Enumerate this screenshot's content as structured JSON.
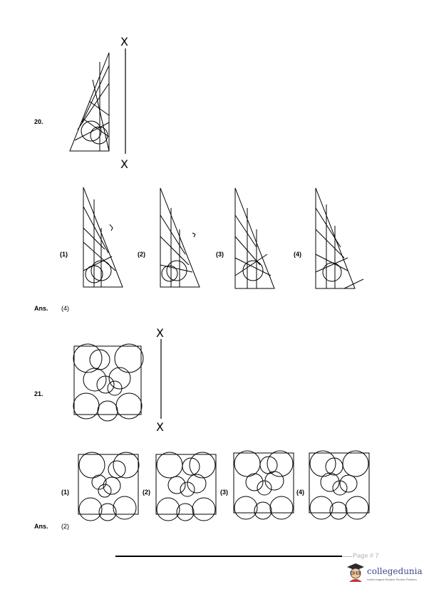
{
  "questions": [
    {
      "number": "20.",
      "mirror_top": "X",
      "mirror_bottom": "X",
      "options": [
        "(1)",
        "(2)",
        "(3)",
        "(4)"
      ],
      "answer_label": "Ans.",
      "answer_value": "(4)"
    },
    {
      "number": "21.",
      "mirror_top": "X",
      "mirror_bottom": "X",
      "options": [
        "(1)",
        "(2)",
        "(3)",
        "(4)"
      ],
      "answer_label": "Ans.",
      "answer_value": "(2)"
    }
  ],
  "footer": {
    "page_label": "Page # 7",
    "brand_name": "collegedunia",
    "brand_tagline": "India's largest Student Review Platform"
  }
}
